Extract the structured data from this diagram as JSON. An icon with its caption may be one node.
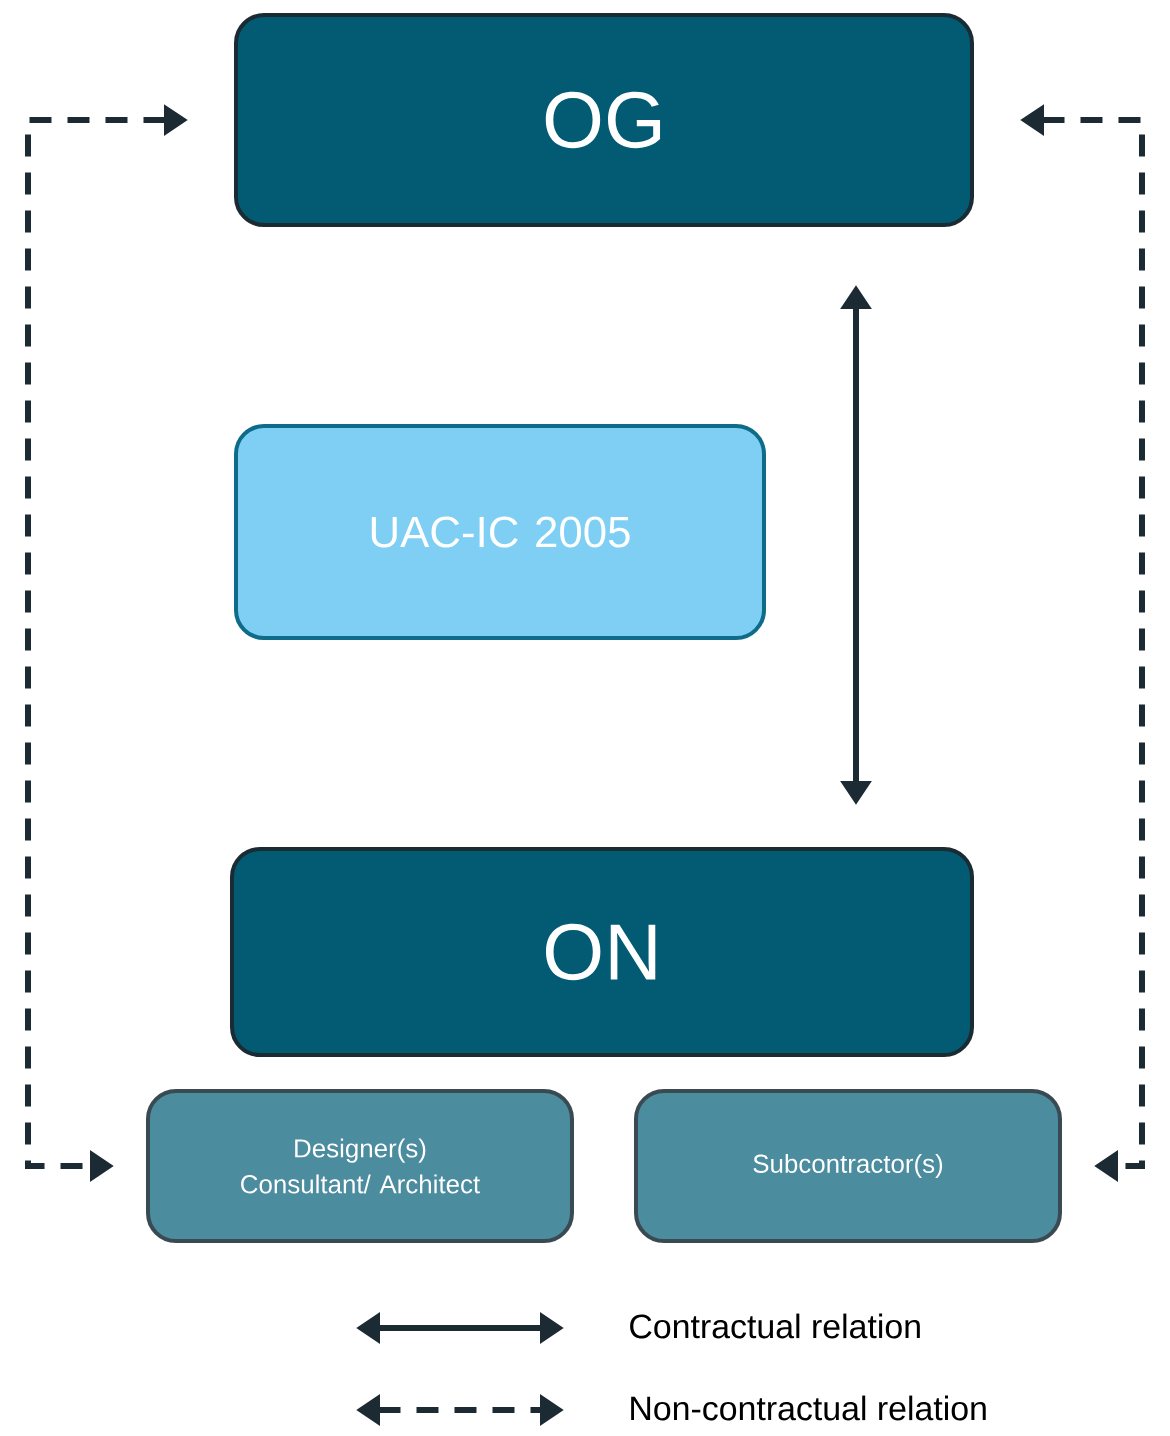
{
  "diagram": {
    "nodes": [
      {
        "text": [
          "OG"
        ]
      },
      {
        "text": [
          "UAC-IC 2005"
        ]
      },
      {
        "text": [
          "ON"
        ]
      },
      {
        "text": [
          "Designer(s) Consultant/ Architect"
        ]
      },
      {
        "text": [
          "Subcontractor(s)"
        ]
      }
    ],
    "edges": [
      {
        "from": 0,
        "to": 2,
        "arrow": "both"
      },
      {
        "from": 0,
        "to": 3,
        "arrow": "both",
        "style": "dashed"
      },
      {
        "from": 0,
        "to": 4,
        "arrow": "both",
        "style": "dashed"
      }
    ],
    "legend": [
      {
        "text": "Contractual relation"
      },
      {
        "text": "Non-contractual relation"
      }
    ]
  }
}
